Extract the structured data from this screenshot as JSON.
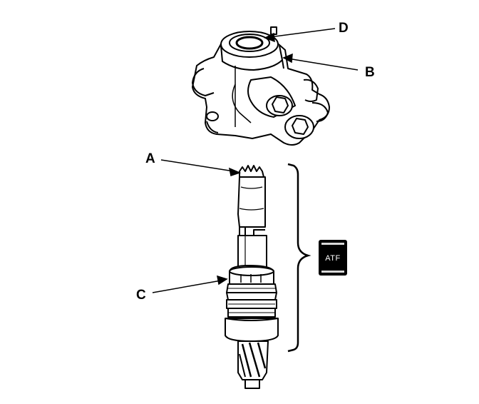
{
  "labels": {
    "a": "A",
    "b": "B",
    "c": "C",
    "d": "D"
  },
  "badge": {
    "text": "ATF",
    "background": "#000000",
    "foreground": "#ffffff"
  }
}
